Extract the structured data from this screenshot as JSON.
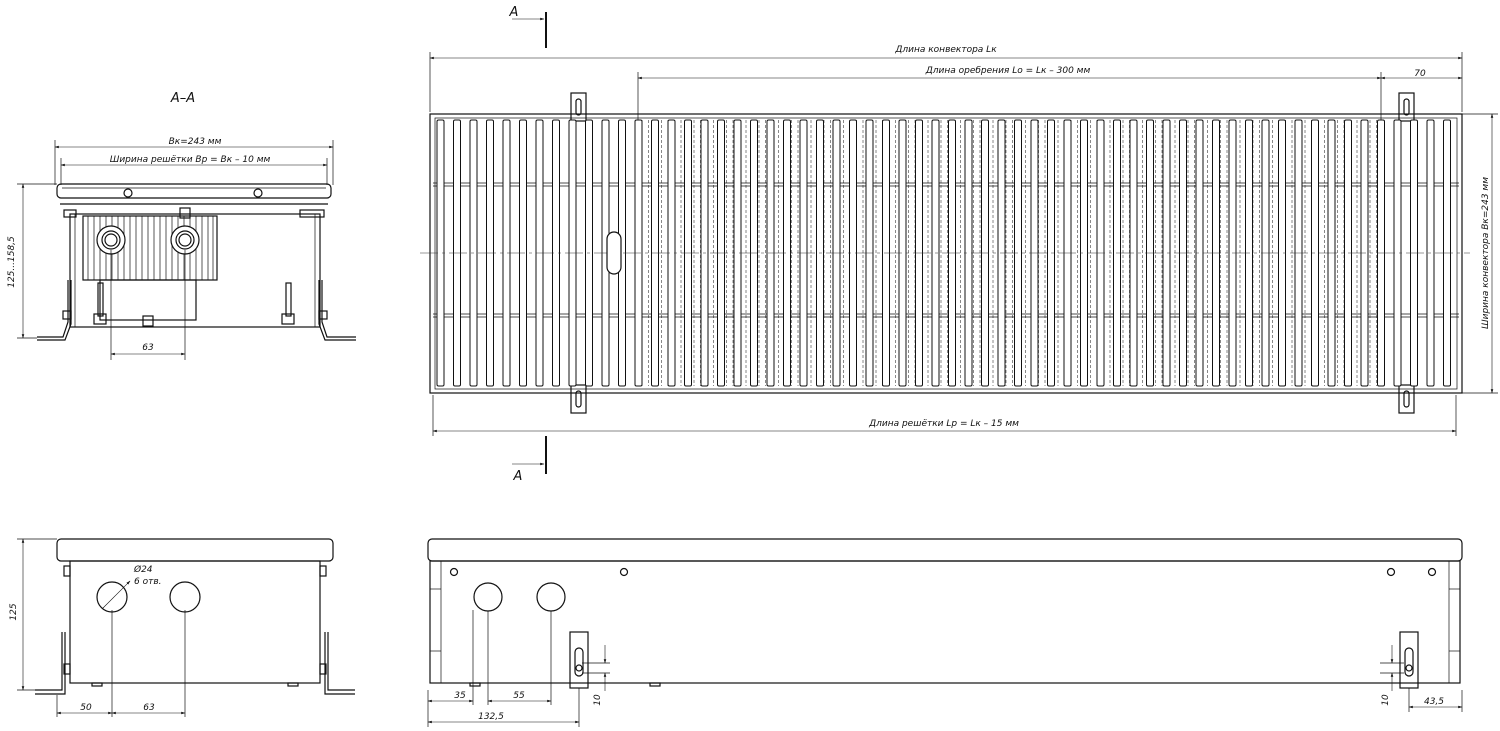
{
  "section": {
    "title": "A–A",
    "mark_top": "A",
    "mark_bottom": "A"
  },
  "dimensions": {
    "convector_length": "Длина конвектора Lк",
    "fin_length": "Длина оребрения Lо = Lк – 300 мм",
    "grille_length": "Длина решётки Lр = Lк – 15 мм",
    "end_offset": "70",
    "convector_width": "Ширина конвектора Вк=243 мм",
    "section_width": "Вк=243 мм",
    "grille_width": "Ширина решётки Вр = Вк – 10 мм",
    "height_range": "125...158,5",
    "pipe_spacing_section": "63",
    "side_height": "125",
    "hole_diameter": "Ø24",
    "hole_count": "6 отв.",
    "side_left": "50",
    "side_pipe_spacing": "63",
    "front_35": "35",
    "front_55": "55",
    "front_132": "132,5",
    "front_10_left": "10",
    "front_10_right": "10",
    "front_43": "43,5"
  },
  "colors": {
    "line": "#111111",
    "background": "#ffffff"
  }
}
